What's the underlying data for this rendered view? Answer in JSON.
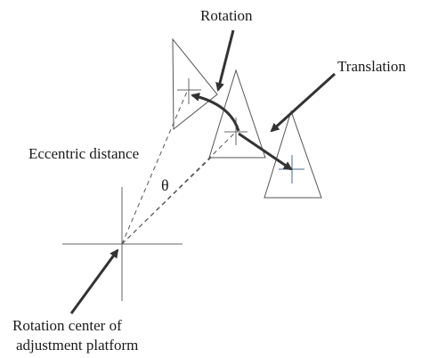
{
  "labels": {
    "rotation": "Rotation",
    "translation": "Translation",
    "eccentric_distance": "Eccentric distance",
    "theta": "θ",
    "rotation_center_line1": "Rotation center of",
    "rotation_center_line2": "adjustment platform"
  },
  "icons": {
    "center_cross": "crosshair",
    "triangle_cross": "crosshair",
    "arrows": "arrow"
  },
  "colors": {
    "line": "#555555",
    "arrow": "#333333",
    "text": "#1a1a1a",
    "background": "#ffffff"
  }
}
